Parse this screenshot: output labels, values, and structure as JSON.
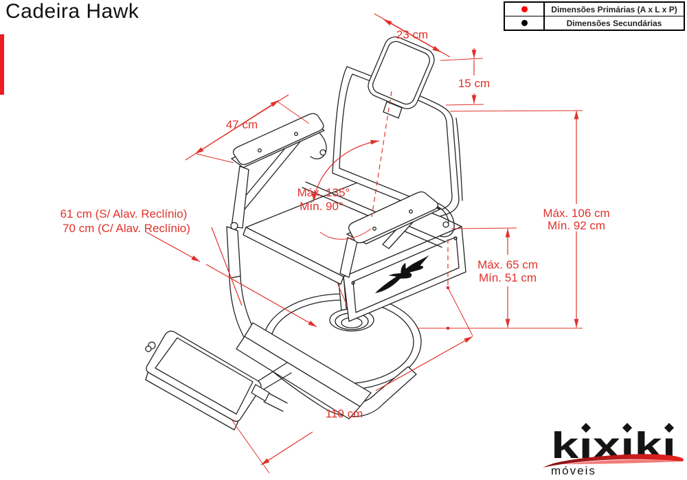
{
  "title": "Cadeira Hawk",
  "legend": {
    "rows": [
      {
        "dot_color": "#ff0000",
        "label": "Dimensões Primárias (A x L x P)"
      },
      {
        "dot_color": "#000000",
        "label": "Dimensões Secundárias"
      }
    ]
  },
  "dimensions": {
    "headrest_width": "23 cm",
    "headrest_height": "15 cm",
    "armrest_length": "47 cm",
    "seat_height_line1": "61 cm (S/ Alav. Reclínio)",
    "seat_height_line2": "70 cm (C/ Alav. Reclínio)",
    "recline_angle_max": "Máx. 135°",
    "recline_angle_min": "Mín. 90°",
    "total_height_max": "Máx. 106 cm",
    "total_height_min": "Mín. 92 cm",
    "seat_level_max": "Máx. 65 cm",
    "seat_level_min": "Mín. 51 cm",
    "total_depth": "110 cm"
  },
  "logo": {
    "brand": "kixiki",
    "tagline": "móveis"
  },
  "colors": {
    "dimension_red": "#e0312a",
    "accent_bar_red": "#ec1c24",
    "primary_dot_red": "#ff0000",
    "secondary_dot_black": "#000000",
    "drawing_line": "#222222"
  }
}
